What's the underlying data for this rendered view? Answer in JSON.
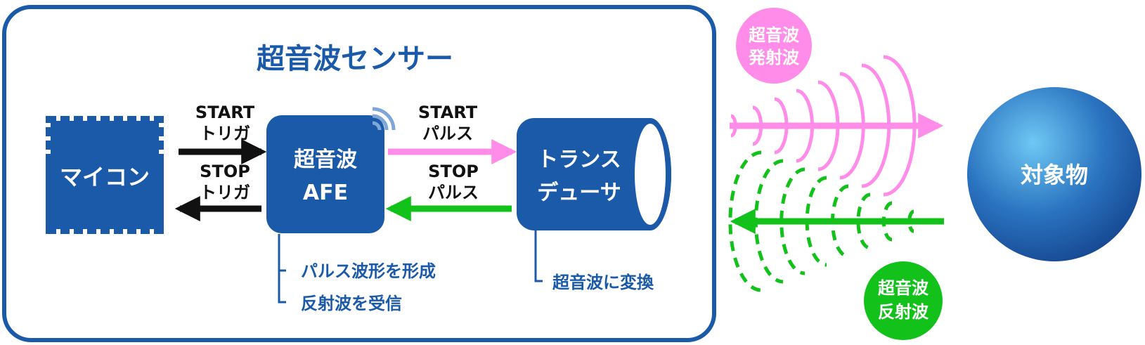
{
  "sensor": {
    "title": "超音波センサー"
  },
  "mcu": {
    "label": "マイコン"
  },
  "start_trigger": {
    "line1": "START",
    "line2": "トリガ"
  },
  "stop_trigger": {
    "line1": "STOP",
    "line2": "トリガ"
  },
  "afe": {
    "line1": "超音波",
    "line2": "AFE"
  },
  "start_pulse": {
    "line1": "START",
    "line2": "パルス"
  },
  "stop_pulse": {
    "line1": "STOP",
    "line2": "パルス"
  },
  "transducer": {
    "line1": "トランス",
    "line2": "デューサ"
  },
  "afe_notes": {
    "note1": "パルス波形を形成",
    "note2": "反射波を受信"
  },
  "transducer_note": {
    "note1": "超音波に変換"
  },
  "emitted_wave": {
    "line1": "超音波",
    "line2": "発射波"
  },
  "reflected_wave": {
    "line1": "超音波",
    "line2": "反射波"
  },
  "target": {
    "label": "対象物"
  },
  "colors": {
    "blue": "#1a5aa8",
    "pink": "#ff8ce8",
    "green": "#12c21a",
    "black": "#111111"
  }
}
